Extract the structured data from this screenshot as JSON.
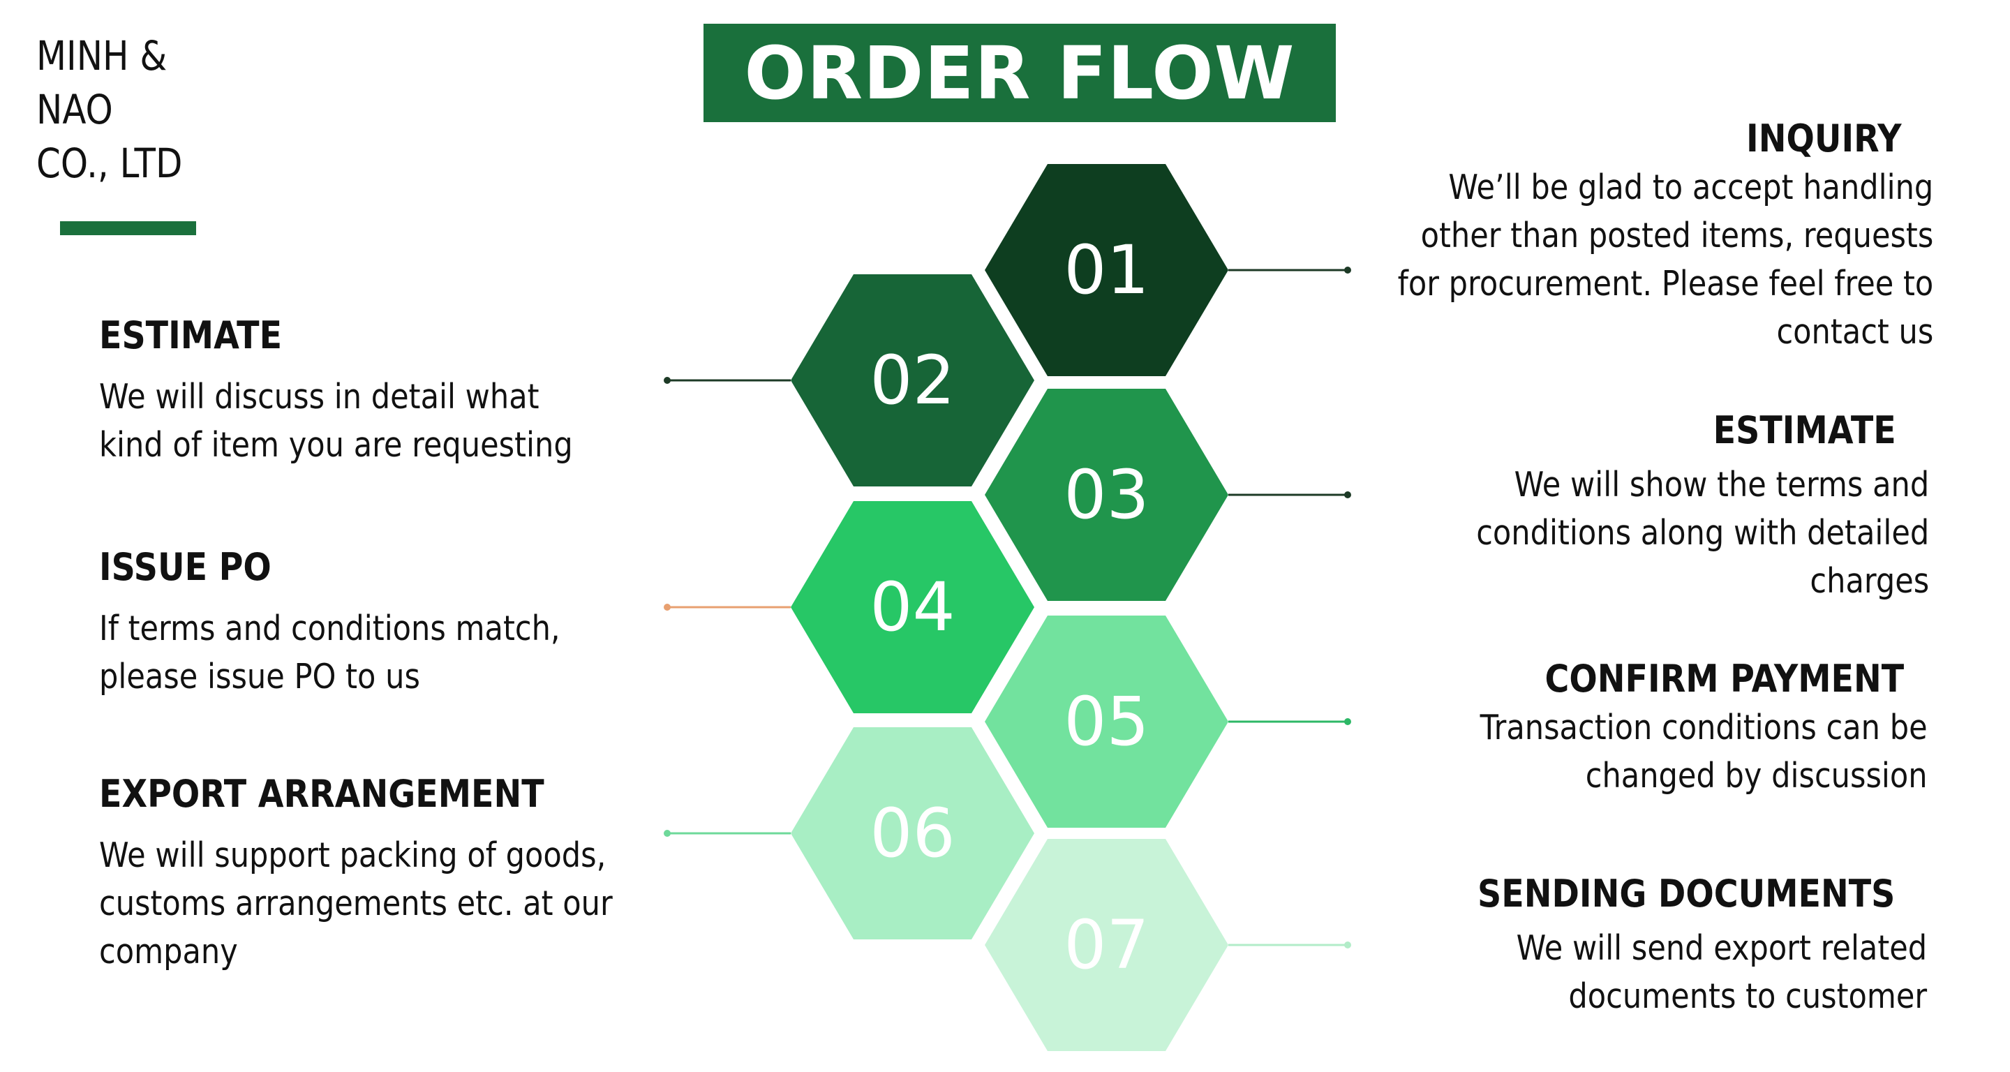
{
  "company": {
    "lines": [
      "MINH &",
      "NAO",
      "CO., LTD"
    ],
    "accent_color": "#1a703c"
  },
  "title": "ORDER FLOW",
  "steps": [
    {
      "num": "01",
      "color": "#0e3e20",
      "connector_color": "#1d3a26",
      "side": "right",
      "heading": "INQUIRY",
      "body": [
        "We’ll be glad to accept handling",
        "other than posted items, requests",
        "for procurement. Please feel free to",
        "contact us"
      ]
    },
    {
      "num": "02",
      "color": "#176537",
      "connector_color": "#1d3a26",
      "side": "left",
      "heading": "ESTIMATE",
      "body": [
        "We will discuss in detail what",
        "kind of item you are requesting"
      ]
    },
    {
      "num": "03",
      "color": "#20954c",
      "connector_color": "#1d3a26",
      "side": "right",
      "heading": "ESTIMATE",
      "body": [
        "We will show the terms and",
        "conditions along with detailed",
        "charges"
      ]
    },
    {
      "num": "04",
      "color": "#27c766",
      "connector_color": "#e8a070",
      "side": "left",
      "heading": "ISSUE PO",
      "body": [
        "If terms and conditions match,",
        "please issue PO to us"
      ]
    },
    {
      "num": "05",
      "color": "#72e29e",
      "connector_color": "#2db866",
      "side": "right",
      "heading": "CONFIRM PAYMENT",
      "body": [
        "Transaction conditions can be",
        "changed by discussion"
      ]
    },
    {
      "num": "06",
      "color": "#a8eec4",
      "connector_color": "#6ed99a",
      "side": "left",
      "heading": "EXPORT ARRANGEMENT",
      "body": [
        "We will support packing of goods,",
        "customs arrangements etc. at our",
        "company"
      ]
    },
    {
      "num": "07",
      "color": "#c8f3d8",
      "connector_color": "#b2ecc8",
      "side": "right",
      "heading": "SENDING DOCUMENTS",
      "body": [
        "We will send export related",
        "documents to customer"
      ]
    }
  ]
}
